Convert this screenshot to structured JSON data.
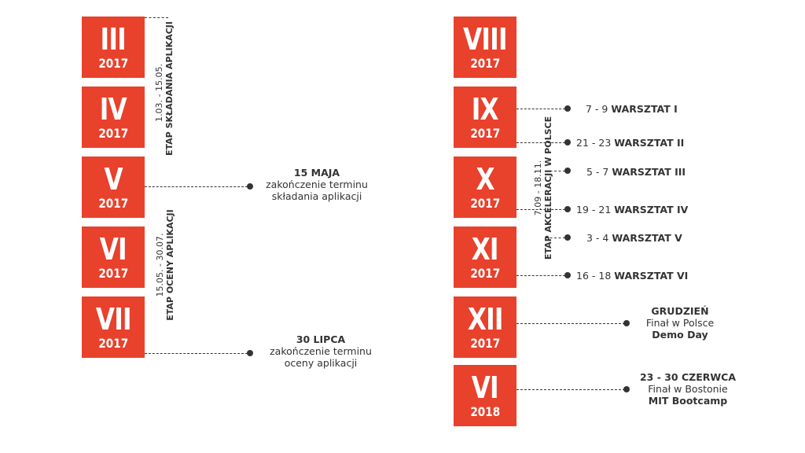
{
  "boxes": [
    {
      "roman": "III",
      "year": "2017"
    },
    {
      "roman": "IV",
      "year": "2017"
    },
    {
      "roman": "V",
      "year": "2017"
    },
    {
      "roman": "VI",
      "year": "2017"
    },
    {
      "roman": "VII",
      "year": "2017"
    },
    {
      "roman": "VIII",
      "year": "2017"
    },
    {
      "roman": "IX",
      "year": "2017"
    },
    {
      "roman": "X",
      "year": "2017"
    },
    {
      "roman": "XI",
      "year": "2017"
    },
    {
      "roman": "XII",
      "year": "2017"
    },
    {
      "roman": "VI",
      "year": "2018"
    }
  ],
  "phases": [
    {
      "dates": "1.03. - 15.05.",
      "name": "ETAP SKŁADANIA APLIKACJI"
    },
    {
      "dates": "15.05. - 30.07.",
      "name": "ETAP OCENY APLIKACJI"
    },
    {
      "dates": "7.09 - 18.11.",
      "name": "ETAP AKCELERACJI W POLSCE"
    }
  ],
  "notes": [
    {
      "title": "15 MAJA",
      "line1": "zakończenie terminu",
      "line2": "składania aplikacji"
    },
    {
      "title": "30 LIPCA",
      "line1": "zakończenie terminu",
      "line2": "oceny aplikacji"
    },
    {
      "title": "GRUDZIEŃ",
      "line1": "Finał w Polsce",
      "line2": "Demo Day"
    },
    {
      "title": "23 - 30 CZERWCA",
      "line1": "Finał w Bostonie",
      "line2": "MIT Bootcamp"
    }
  ],
  "workshops": [
    {
      "dates": "7 - 9",
      "name": "WARSZTAT I"
    },
    {
      "dates": "21 - 23",
      "name": "WARSZTAT II"
    },
    {
      "dates": "5 - 7",
      "name": "WARSZTAT III"
    },
    {
      "dates": "19 - 21",
      "name": "WARSZTAT IV"
    },
    {
      "dates": "3 - 4",
      "name": "WARSZTAT V"
    },
    {
      "dates": "16 - 18",
      "name": "WARSZTAT VI"
    }
  ]
}
